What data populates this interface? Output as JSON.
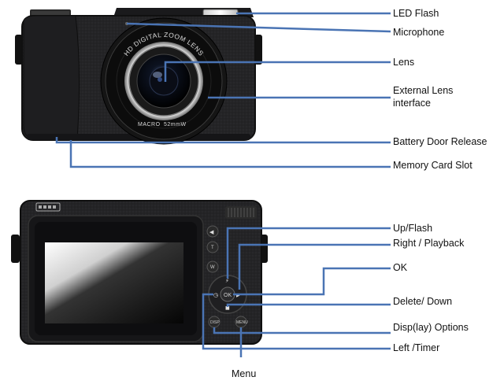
{
  "lens_ring": {
    "top_text": "HD DIGITAL ZOOM LENS",
    "bottom_left": "MACRO",
    "bottom_right": "52mmW"
  },
  "back_buttons": {
    "t": "T",
    "w": "W",
    "ok": "OK",
    "disp": "DISP",
    "menu": "MENU"
  },
  "front_callouts": [
    {
      "id": "led-flash",
      "text": "LED Flash"
    },
    {
      "id": "microphone",
      "text": "Microphone"
    },
    {
      "id": "lens",
      "text": "Lens"
    },
    {
      "id": "external-lens-interface",
      "text": "External Lens interface"
    },
    {
      "id": "battery-door-release",
      "text": "Battery Door Release"
    },
    {
      "id": "memory-card-slot",
      "text": "Memory Card  Slot"
    }
  ],
  "back_callouts": [
    {
      "id": "up-flash",
      "text": "Up/Flash"
    },
    {
      "id": "right-playback",
      "text": "Right / Playback"
    },
    {
      "id": "ok",
      "text": "OK"
    },
    {
      "id": "delete-down",
      "text": "Delete/  Down"
    },
    {
      "id": "display-options",
      "text": "Disp(lay) Options"
    },
    {
      "id": "left-timer",
      "text": "Left /Timer"
    },
    {
      "id": "menu",
      "text": "Menu"
    }
  ],
  "colors": {
    "leader_line": "#4a74b4",
    "body": "#1b1b1d",
    "leather": "#232325"
  }
}
